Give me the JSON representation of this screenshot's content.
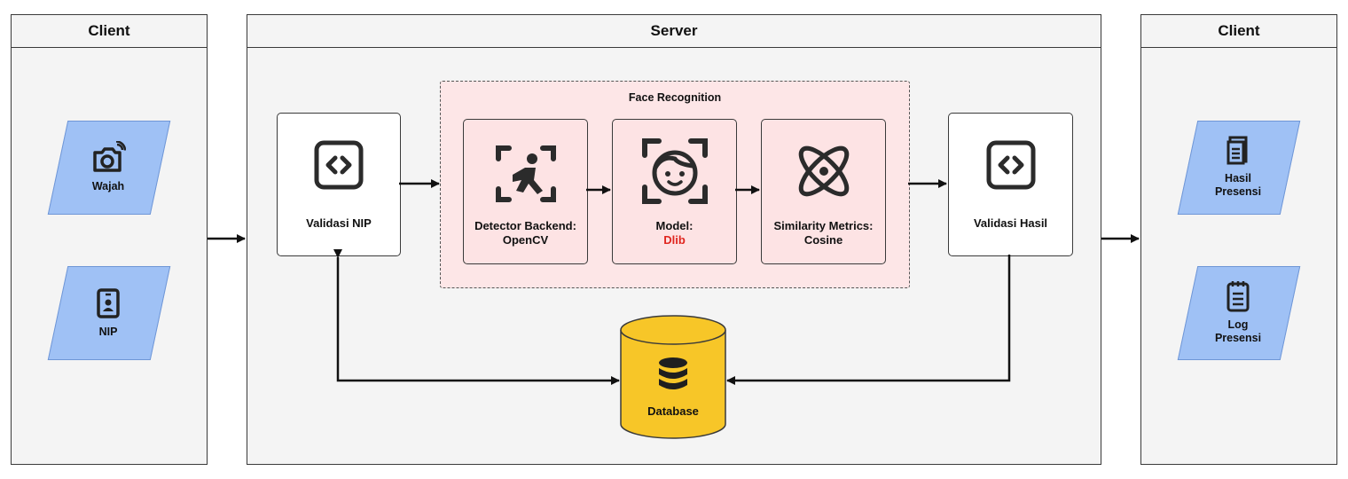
{
  "panels": {
    "client_left": {
      "title": "Client"
    },
    "server": {
      "title": "Server"
    },
    "client_right": {
      "title": "Client"
    }
  },
  "inputs": [
    {
      "label": "Wajah",
      "icon": "camera-icon"
    },
    {
      "label": "NIP",
      "icon": "id-badge-icon"
    }
  ],
  "validasi_nip": {
    "label": "Validasi NIP",
    "icon": "code-icon"
  },
  "face_recognition": {
    "title": "Face Recognition",
    "steps": [
      {
        "label": "Detector Backend:",
        "value": "OpenCV",
        "icon": "face-scan-person-icon"
      },
      {
        "label": "Model:",
        "value": "Dlib",
        "icon": "face-frame-icon"
      },
      {
        "label": "Similarity Metrics:",
        "value": "Cosine",
        "icon": "atom-icon"
      }
    ]
  },
  "validasi_hasil": {
    "label": "Validasi Hasil",
    "icon": "code-icon"
  },
  "database": {
    "label": "Database",
    "icon": "database-stack-icon"
  },
  "outputs": [
    {
      "line1": "Hasil",
      "line2": "Presensi",
      "icon": "documents-icon"
    },
    {
      "line1": "Log",
      "line2": "Presensi",
      "icon": "notepad-icon"
    }
  ],
  "colors": {
    "io_fill": "#9fc1f5",
    "face_recognition_fill": "#fde3e4",
    "database_fill": "#f7c628",
    "highlight_text": "#e0261f"
  }
}
